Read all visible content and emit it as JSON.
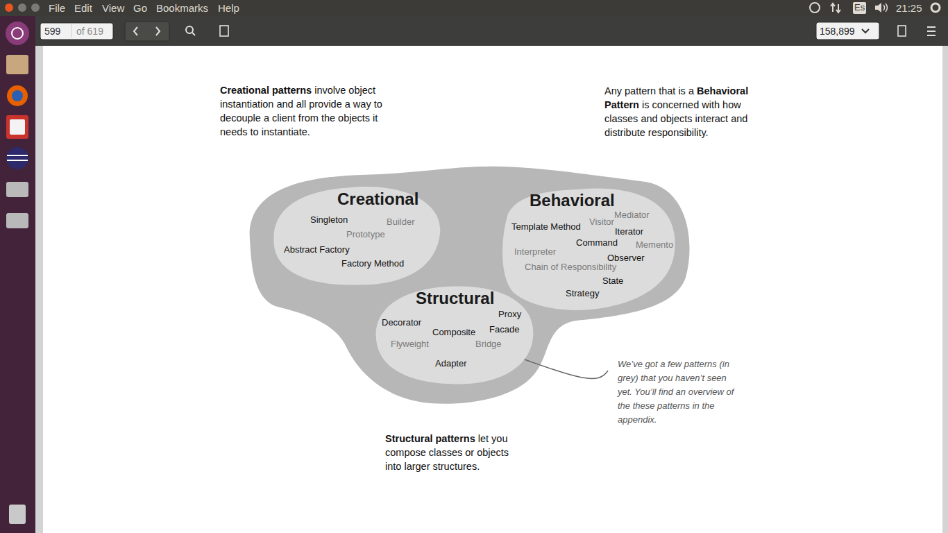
{
  "diagram": {
    "nodes": [
      {
        "text": [
          "Creational",
          "Singleton",
          "Builder",
          "Prototype",
          "Abstract Factory",
          "Factory Method"
        ]
      },
      {
        "text": [
          "Behavioral",
          "Template Method",
          "Visitor",
          "Mediator",
          "Iterator",
          "Command",
          "Memento",
          "Interpreter",
          "Chain of Responsibility",
          "Observer",
          "State",
          "Strategy"
        ]
      },
      {
        "text": [
          "Structural",
          "Proxy",
          "Decorator",
          "Composite",
          "Facade",
          "Flyweight",
          "Bridge",
          "Adapter"
        ]
      }
    ],
    "labels": [
      "File",
      "Edit",
      "View",
      "Go",
      "Bookmarks",
      "Help",
      "Es",
      "21:25",
      "599",
      "of 619",
      "158,899",
      "Creational patterns",
      "involve object instantiation and all provide a way to decouple a client from the objects it needs to instantiate.",
      "Any pattern that is a",
      "Behavioral Pattern",
      "is concerned with how classes and objects interact and distribute responsibility.",
      "Structural patterns",
      "let you compose classes or objects into larger structures.",
      "We’ve got a few patterns (in grey) that you haven’t seen yet. You’ll find an overview of the these patterns in the appendix."
    ]
  }
}
